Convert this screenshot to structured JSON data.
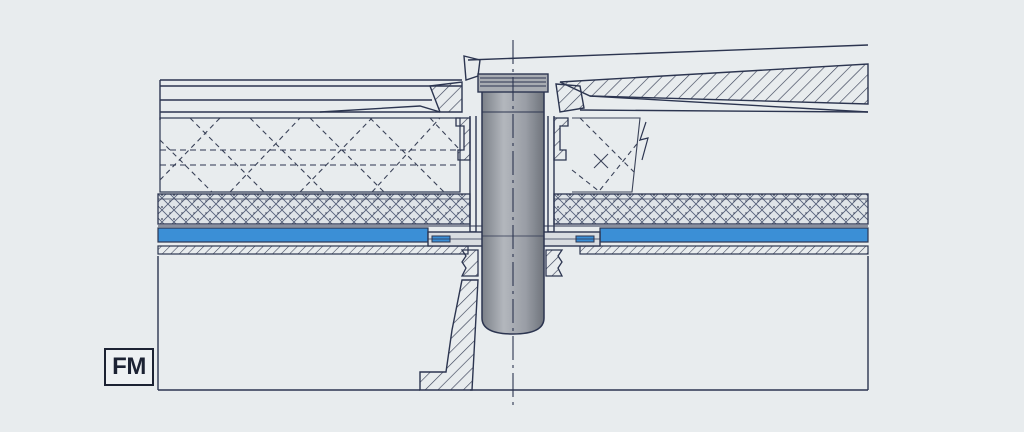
{
  "label": {
    "text": "FM"
  },
  "colors": {
    "background": "#e8ecee",
    "line": "#2c3550",
    "hatch": "#3a4258",
    "membrane": "#3b8fd6",
    "pipe": "#9a9ea6",
    "pipe_dark": "#6f747c"
  },
  "components": [
    "roof-slab",
    "insulation-layer",
    "gravel-layer",
    "waterproof-membrane",
    "drain-pipe",
    "drain-collar",
    "clamping-flange",
    "centerline"
  ]
}
